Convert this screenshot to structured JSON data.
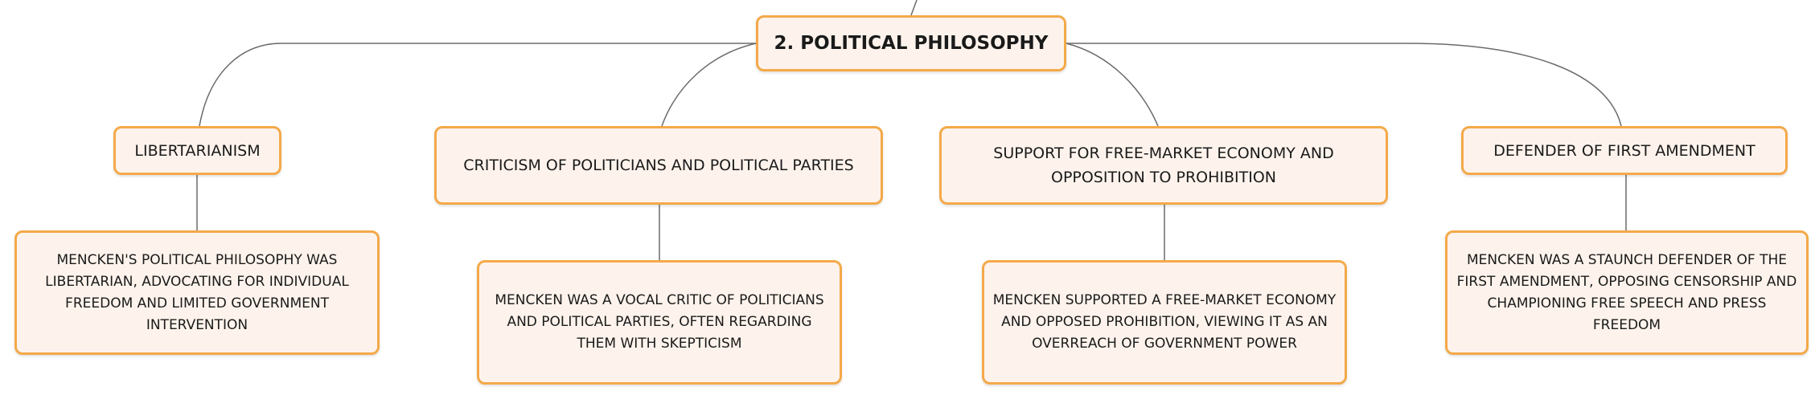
{
  "diagram": {
    "root": {
      "label": "2. POLITICAL PHILOSOPHY"
    },
    "branches": [
      {
        "label": "LIBERTARIANISM",
        "detail": "MENCKEN'S POLITICAL PHILOSOPHY WAS LIBERTARIAN, ADVOCATING FOR INDIVIDUAL FREEDOM AND LIMITED GOVERNMENT INTERVENTION"
      },
      {
        "label": "CRITICISM OF POLITICIANS AND POLITICAL PARTIES",
        "detail": "MENCKEN WAS A VOCAL CRITIC OF POLITICIANS AND POLITICAL PARTIES, OFTEN REGARDING THEM WITH SKEPTICISM"
      },
      {
        "label": "SUPPORT FOR FREE-MARKET ECONOMY AND OPPOSITION TO PROHIBITION",
        "detail": "MENCKEN SUPPORTED A FREE-MARKET ECONOMY AND OPPOSED PROHIBITION, VIEWING IT AS AN OVERREACH OF GOVERNMENT POWER"
      },
      {
        "label": "DEFENDER OF FIRST AMENDMENT",
        "detail": "MENCKEN WAS A STAUNCH DEFENDER OF THE FIRST AMENDMENT, OPPOSING CENSORSHIP AND CHAMPIONING FREE SPEECH AND PRESS FREEDOM"
      }
    ]
  },
  "colors": {
    "node_fill": "#fdf3ec",
    "node_border": "#f4a94a",
    "connector": "#6b6b6b",
    "text": "#1a1a1a"
  }
}
